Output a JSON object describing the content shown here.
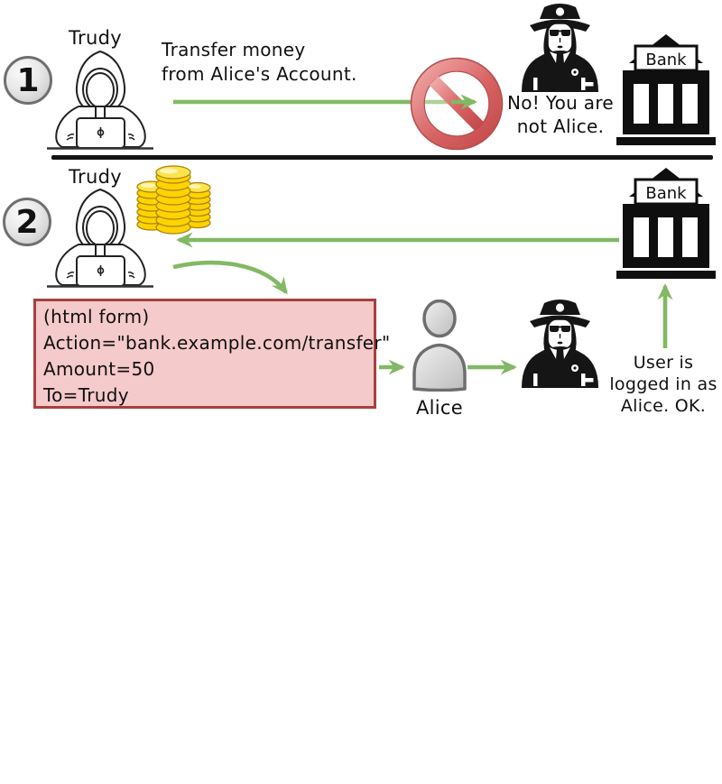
{
  "palette": {
    "arrow_green": "#82b964",
    "prohibition_red": "#d25c5c",
    "form_fill_pink": "#f5caca",
    "form_border_red": "#a84040",
    "coin_gold": "#ffd300",
    "divider_black": "#141414",
    "badge_gray": "#d9d9d9"
  },
  "icons": {
    "step1_badge": "circled-number-1",
    "step2_badge": "circled-number-2",
    "hacker": "hooded-person-at-laptop",
    "officer": "police-guard",
    "bank": "bank-building",
    "prohibition": "no-entry-sign",
    "coins": "gold-coin-stacks",
    "user": "gray-person-silhouette"
  },
  "step1": {
    "number": "1",
    "trudy_label": "Trudy",
    "request_line1": "Transfer money",
    "request_line2": "from Alice's Account.",
    "guard_reply_line1": "No! You are",
    "guard_reply_line2": "not Alice.",
    "bank_label": "Bank"
  },
  "step2": {
    "number": "2",
    "trudy_label": "Trudy",
    "bank_label": "Bank",
    "form": {
      "line1": "(html form)",
      "line2": "Action=\"bank.example.com/transfer\"",
      "line3": "Amount=50",
      "line4": "To=Trudy"
    },
    "alice_label": "Alice",
    "guard_reply_line1": "User is",
    "guard_reply_line2": "logged in as",
    "guard_reply_line3": "Alice. OK."
  }
}
